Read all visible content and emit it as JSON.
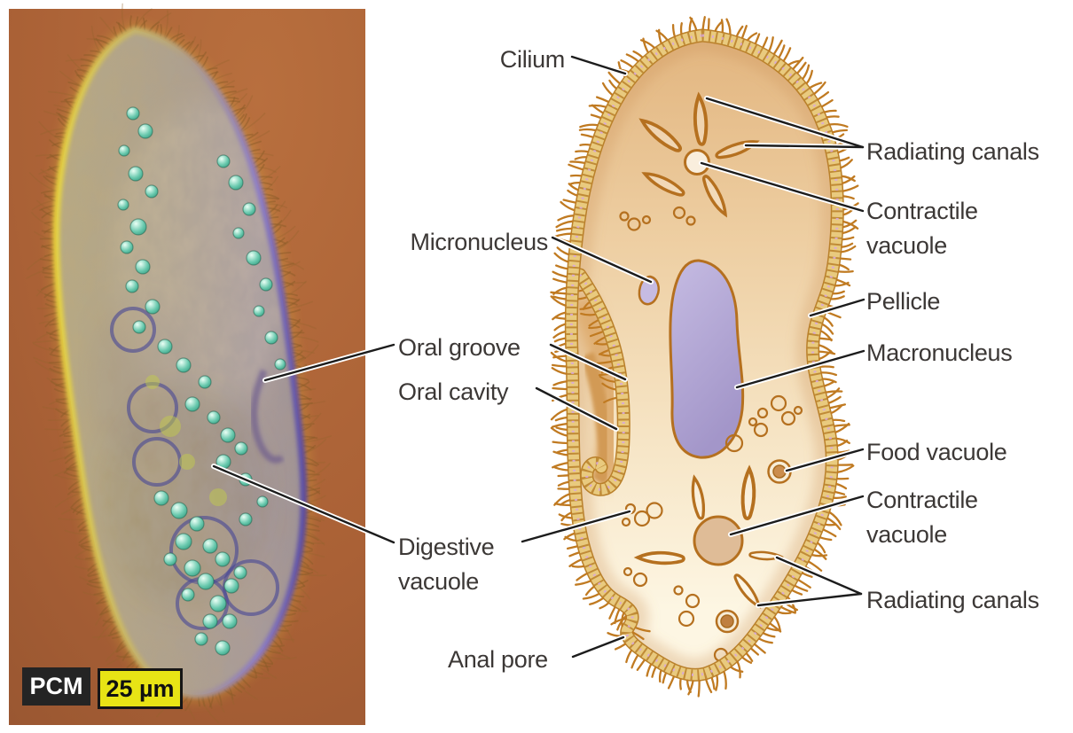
{
  "photo": {
    "technique_badge": "PCM",
    "scale_badge": "25 µm"
  },
  "labels": {
    "cilium": "Cilium",
    "radiating_canals_top": "Radiating canals",
    "contractile_vacuole_top": "Contractile vacuole",
    "micronucleus": "Micronucleus",
    "pellicle": "Pellicle",
    "macronucleus": "Macronucleus",
    "oral_groove": "Oral groove",
    "oral_cavity": "Oral cavity",
    "food_vacuole": "Food vacuole",
    "contractile_vacuole_bottom": "Contractile vacuole",
    "radiating_canals_bottom": "Radiating canals",
    "digestive_vacuole": "Digestive vacuole",
    "anal_pore": "Anal pore"
  },
  "colors": {
    "background": "#ffffff",
    "label_text": "#3c3836",
    "leader_line": "#1c1c1c",
    "cell_outline": "#b5701f",
    "pellicle_block": "#e9ca7e",
    "pellicle_edge": "#b9802a",
    "cilia": "#c07a21",
    "cell_fill_top": "#e5ba88",
    "cell_fill_bottom": "#fdf6e3",
    "nucleus_fill": "#b3a6d6",
    "contractile_vacuole_top_fill": "#f9eedd",
    "contractile_vacuole_bottom_fill": "#dfbc97",
    "food_vacuole_fill": "#cb8d4e",
    "photo_background": "#ab6136",
    "photo_rim_left": "#e8d73f",
    "photo_rim_right": "#5b4fa8",
    "vesicle": "#7ed2bc",
    "pcm_badge_bg": "#242424",
    "pcm_badge_text": "#ffffff",
    "scale_badge_bg": "#e8e415",
    "scale_badge_text": "#101010"
  }
}
